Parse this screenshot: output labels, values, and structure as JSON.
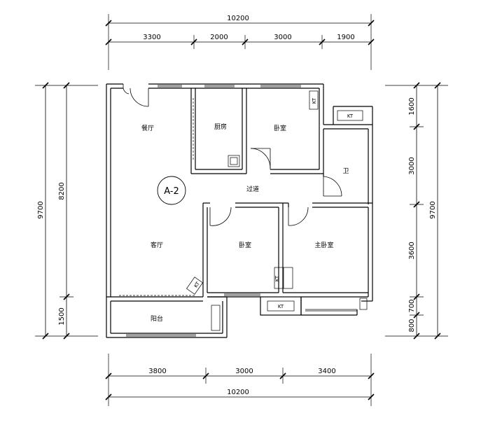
{
  "plan_id": "A-2",
  "dimensions": {
    "top_total": "10200",
    "top_segments": [
      "3300",
      "2000",
      "3000",
      "1900"
    ],
    "bottom_total": "10200",
    "bottom_segments": [
      "3800",
      "3000",
      "3400"
    ],
    "left_total": "9700",
    "left_segments": [
      "8200",
      "1500"
    ],
    "right_total": "9700",
    "right_segments": [
      "1600",
      "3000",
      "3600",
      "700",
      "800"
    ]
  },
  "rooms": {
    "dining": "餐厅",
    "kitchen": "厨房",
    "bedroom_top": "卧室",
    "bathroom": "卫",
    "corridor": "过道",
    "living": "客厅",
    "bedroom_mid": "卧室",
    "master_bedroom": "主卧室",
    "balcony": "阳台"
  },
  "tags": {
    "kt": "KT",
    "kt2": "KT",
    "kt3": "KT",
    "kt_box": "KT",
    "kt_box2": "KT"
  }
}
